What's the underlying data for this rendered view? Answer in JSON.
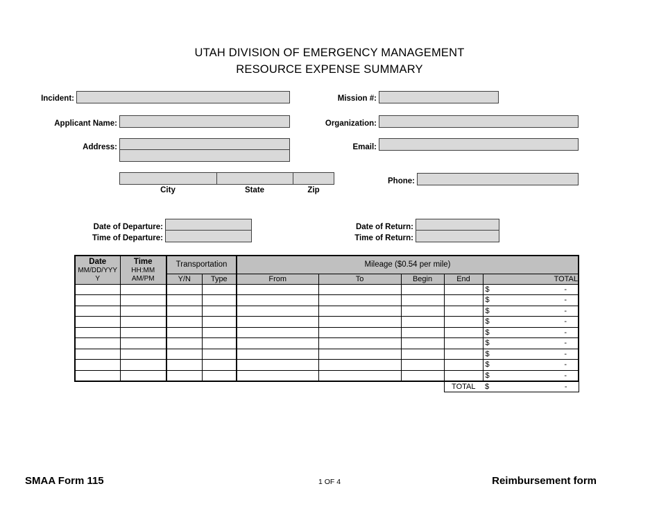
{
  "title": {
    "line1": "UTAH DIVISION OF EMERGENCY MANAGEMENT",
    "line2": "RESOURCE EXPENSE SUMMARY"
  },
  "fields": {
    "incident_label": "Incident:",
    "incident_value": "",
    "mission_label": "Mission #:",
    "mission_value": "",
    "applicant_label": "Applicant Name:",
    "applicant_value": "",
    "organization_label": "Organization:",
    "organization_value": "",
    "address_label": "Address:",
    "address_line1_value": "",
    "address_line2_value": "",
    "email_label": "Email:",
    "email_value": "",
    "phone_label": "Phone:",
    "phone_value": "",
    "city_caption": "City",
    "state_caption": "State",
    "zip_caption": "Zip",
    "city_value": "",
    "state_value": "",
    "zip_value": "",
    "date_departure_label": "Date of Departure:",
    "date_departure_value": "",
    "time_departure_label": "Time of Departure:",
    "time_departure_value": "",
    "date_return_label": "Date of Return:",
    "date_return_value": "",
    "time_return_label": "Time of Return:",
    "time_return_value": ""
  },
  "table": {
    "group_headers": {
      "date_title": "Date",
      "date_format_line1": "MM/DD/YYY",
      "date_format_line2": "Y",
      "time_title": "Time",
      "time_format_line1": "HH:MM",
      "time_format_line2": "AM/PM",
      "transportation": "Transportation",
      "mileage": "Mileage ($0.54 per mile)"
    },
    "sub_headers": {
      "yn": "Y/N",
      "type": "Type",
      "from": "From",
      "to": "To",
      "begin": "Begin",
      "end": "End",
      "total": "TOTAL"
    },
    "row_count": 9,
    "currency_symbol": "$",
    "empty_amount": "-",
    "rows": [
      {
        "date": "",
        "time": "",
        "yn": "",
        "type": "",
        "from": "",
        "to": "",
        "begin": "",
        "end": "",
        "total_symbol": "$",
        "total_amount": "-"
      },
      {
        "date": "",
        "time": "",
        "yn": "",
        "type": "",
        "from": "",
        "to": "",
        "begin": "",
        "end": "",
        "total_symbol": "$",
        "total_amount": "-"
      },
      {
        "date": "",
        "time": "",
        "yn": "",
        "type": "",
        "from": "",
        "to": "",
        "begin": "",
        "end": "",
        "total_symbol": "$",
        "total_amount": "-"
      },
      {
        "date": "",
        "time": "",
        "yn": "",
        "type": "",
        "from": "",
        "to": "",
        "begin": "",
        "end": "",
        "total_symbol": "$",
        "total_amount": "-"
      },
      {
        "date": "",
        "time": "",
        "yn": "",
        "type": "",
        "from": "",
        "to": "",
        "begin": "",
        "end": "",
        "total_symbol": "$",
        "total_amount": "-"
      },
      {
        "date": "",
        "time": "",
        "yn": "",
        "type": "",
        "from": "",
        "to": "",
        "begin": "",
        "end": "",
        "total_symbol": "$",
        "total_amount": "-"
      },
      {
        "date": "",
        "time": "",
        "yn": "",
        "type": "",
        "from": "",
        "to": "",
        "begin": "",
        "end": "",
        "total_symbol": "$",
        "total_amount": "-"
      },
      {
        "date": "",
        "time": "",
        "yn": "",
        "type": "",
        "from": "",
        "to": "",
        "begin": "",
        "end": "",
        "total_symbol": "$",
        "total_amount": "-"
      },
      {
        "date": "",
        "time": "",
        "yn": "",
        "type": "",
        "from": "",
        "to": "",
        "begin": "",
        "end": "",
        "total_symbol": "$",
        "total_amount": "-"
      }
    ],
    "total_row": {
      "label": "TOTAL",
      "currency_symbol": "$",
      "amount": "-"
    }
  },
  "footer": {
    "left": "SMAA Form 115",
    "center": "1 OF 4",
    "right": "Reimbursement form"
  },
  "colors": {
    "input_fill": "#d9d9d9",
    "header_fill": "#c0c0c0",
    "border": "#3f3f3f",
    "table_border": "#000000",
    "page_background": "#ffffff"
  }
}
